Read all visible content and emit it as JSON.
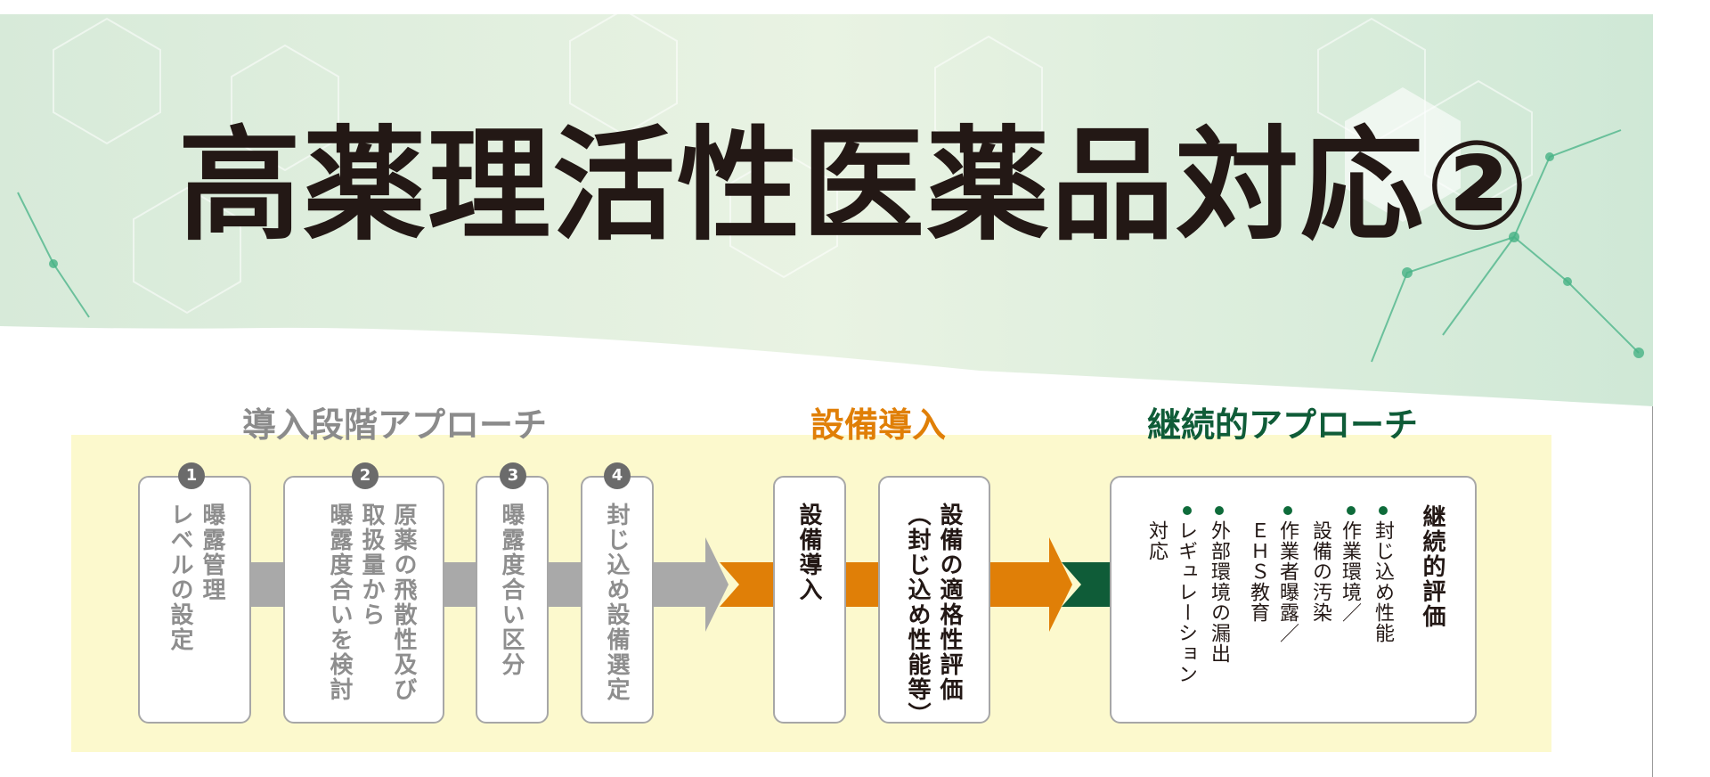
{
  "title": "高薬理活性医薬品対応②",
  "phases": {
    "introduction": "導入段階アプローチ",
    "equipment": "設備導入",
    "continuous": "継続的アプローチ"
  },
  "steps": [
    {
      "number": "1",
      "text": "曝露管理\nレベルの設定"
    },
    {
      "number": "2",
      "text": "原薬の飛散性及び\n取扱量から\n曝露度合いを検討"
    },
    {
      "number": "3",
      "text": "曝露度合い区分"
    },
    {
      "number": "4",
      "text": "封じ込め設備選定"
    }
  ],
  "equipment_boxes": [
    {
      "text": "設備導入"
    },
    {
      "text": "設備の適格性評価\n（封じ込め性能等）"
    }
  ],
  "continuous_box": {
    "heading": "継続的評価",
    "items": [
      "封じ込め性能",
      "作業環境／\n設備の汚染",
      "作業者曝露／\nＥＨＳ教育",
      "外部環境の漏出",
      "レギュレーション\n対応"
    ]
  },
  "colors": {
    "grey_arrow": "#a9a9a9",
    "orange_arrow": "#e07f07",
    "green_arrow": "#0f5c38",
    "panel": "#fcf9cd"
  }
}
